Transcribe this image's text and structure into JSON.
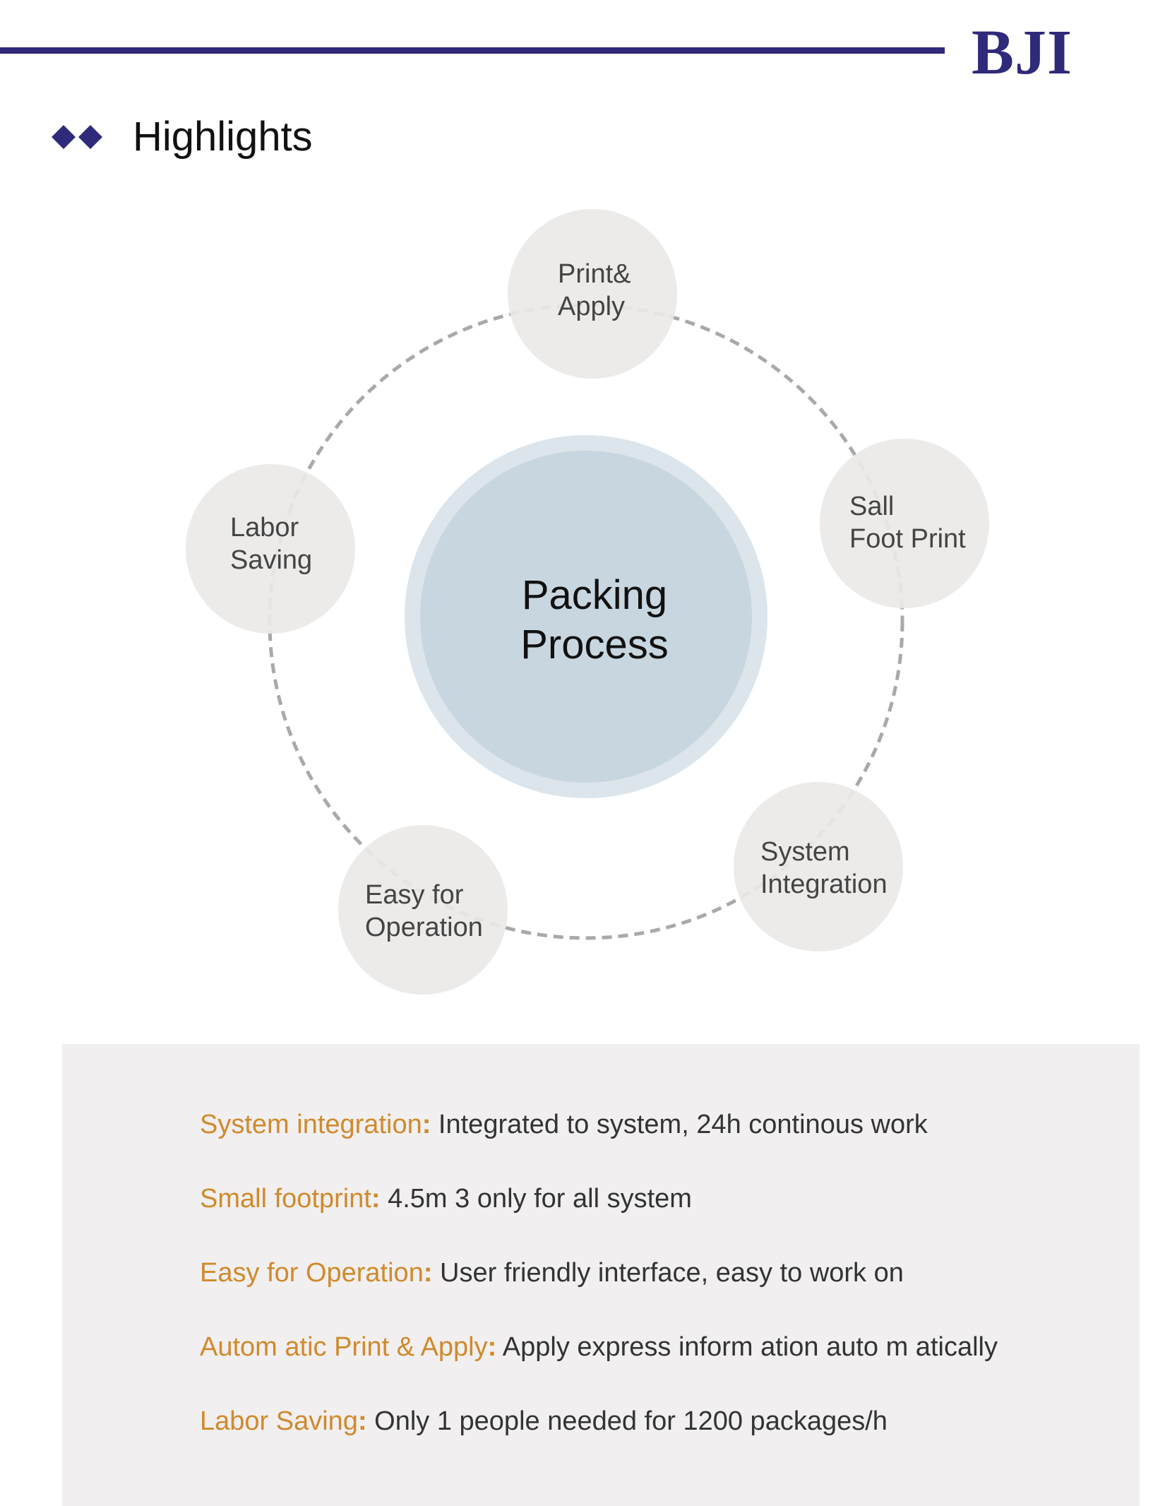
{
  "brand": {
    "logo_text": "BJI",
    "color": "#2f2a7a"
  },
  "section": {
    "title": "Highlights"
  },
  "diagram": {
    "center": {
      "line1": "Packing",
      "line2": "Process"
    },
    "nodes": [
      {
        "line1": "Print&",
        "line2": "Apply"
      },
      {
        "line1": "Sall",
        "line2": "Foot Print"
      },
      {
        "line1": "System",
        "line2": "Integration"
      },
      {
        "line1": "Easy for",
        "line2": "Operation"
      },
      {
        "line1": "Labor",
        "line2": "Saving"
      }
    ],
    "colors": {
      "node_fill": "#ece9e7",
      "center_fill": "#c8d6e0",
      "center_ring": "#dce5ec",
      "dash": "#a9a9a9"
    }
  },
  "highlights": [
    {
      "key": "System integration",
      "value": " Integrated to system, 24h continous work"
    },
    {
      "key": "Small footprint",
      "value": " 4.5m 3 only for all system"
    },
    {
      "key": "Easy for Operation",
      "value": " User friendly interface, easy to work on"
    },
    {
      "key": "Autom atic Print & Apply",
      "value": " Apply express inform ation auto m atically"
    },
    {
      "key": "Labor Saving",
      "value": " Only 1 people needed for 1200 packages/h"
    }
  ],
  "colors": {
    "accent": "#d08a2c",
    "panel": "#f1eff0"
  }
}
